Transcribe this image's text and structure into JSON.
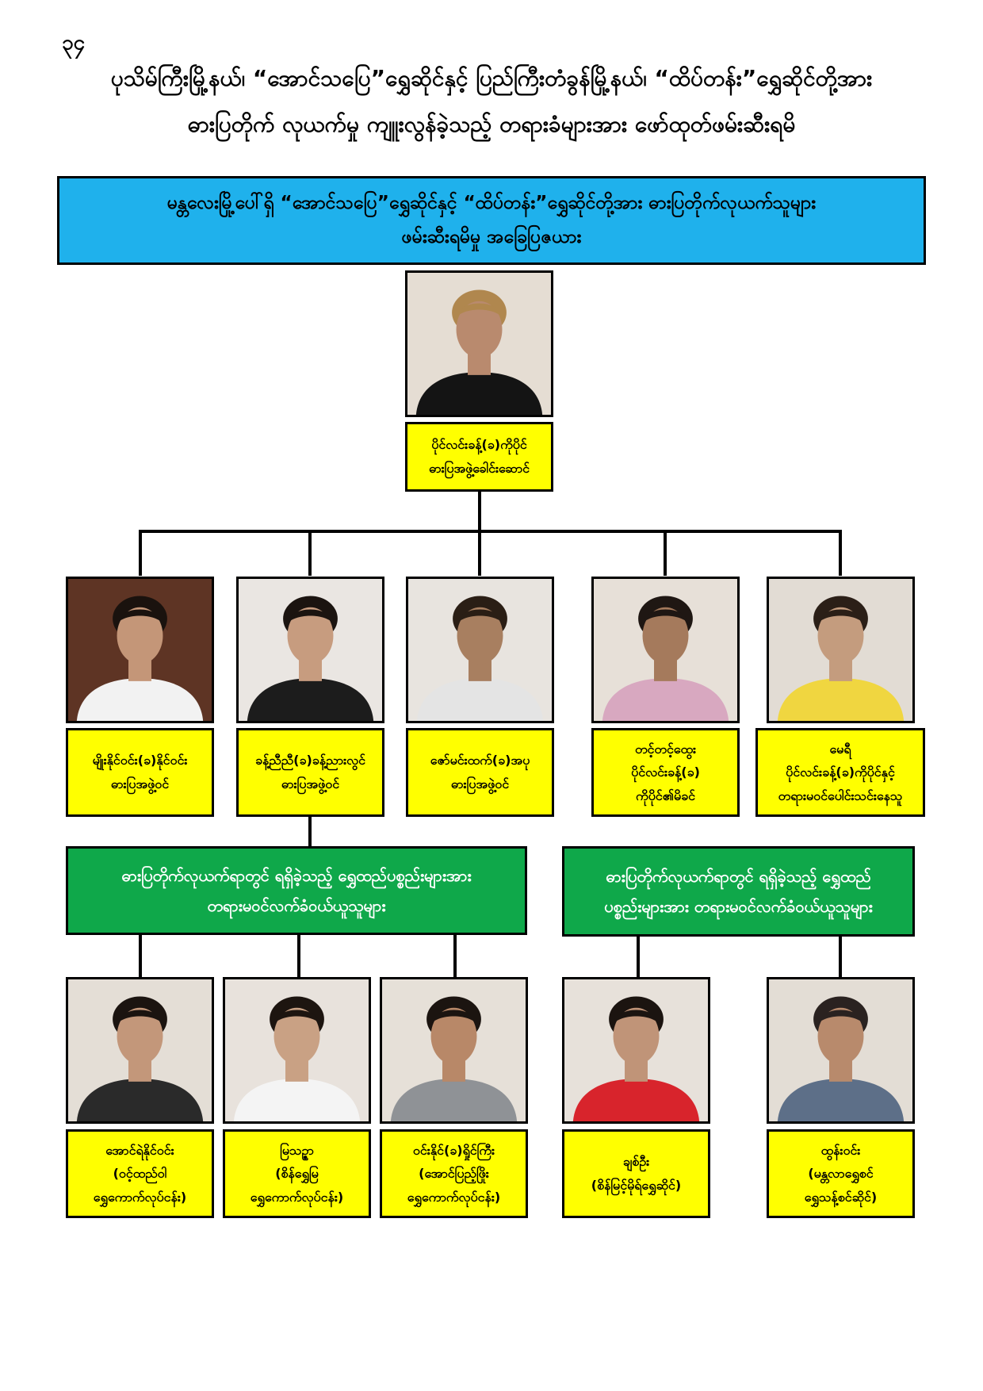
{
  "page": {
    "number": "၃၄",
    "title_line1": "ပုသိမ်ကြီးမြို့နယ်၊ “အောင်သပြေ”ရွှေဆိုင်နှင့် ပြည်ကြီးတံခွန်မြို့နယ်၊ “ထိပ်တန်း”ရွှေဆိုင်တို့အား",
    "title_line2": "ဓားပြတိုက် လုယက်မှု ကျူးလွန်ခဲ့သည့် တရားခံများအား ဖော်ထုတ်ဖမ်းဆီးရမိ"
  },
  "chart": {
    "header": {
      "line1": "မန္တလေးမြို့ပေါ်ရှိ “အောင်သပြေ”ရွှေဆိုင်နှင့် “ထိပ်တန်း”ရွှေဆိုင်တို့အား ဓားပြတိုက်လုယက်သူများ",
      "line2": "ဖမ်းဆီးရမိမှု အခြေပြဇယား"
    },
    "leader": {
      "lines": [
        "ပိုင်လင်းခန့်(ခ)ကိုပိုင်",
        "ဓားပြအဖွဲ့ခေါင်းဆောင်"
      ],
      "colors": {
        "bg": "#e5ddd3",
        "skin": "#b98a6e",
        "hair": "#b0874e",
        "shirt": "#141414"
      }
    },
    "members": [
      {
        "lines": [
          "မျိုးနိုင်ဝင်း(ခ)နိုင်ဝင်း",
          "ဓားပြအဖွဲ့ဝင်"
        ],
        "colors": {
          "bg": "#5e3424",
          "skin": "#c49678",
          "hair": "#1a120e",
          "shirt": "#f2f2f2"
        }
      },
      {
        "lines": [
          "ခန့်ညီညီ(ခ)ခန့်ညားလွင်",
          "ဓားပြအဖွဲ့ဝင်"
        ],
        "colors": {
          "bg": "#eae6e2",
          "skin": "#c79c7f",
          "hair": "#1b1410",
          "shirt": "#1c1c1c"
        }
      },
      {
        "lines": [
          "ဇော်မင်းထက်(ခ)အပု",
          "ဓားပြအဖွဲ့ဝင်"
        ],
        "colors": {
          "bg": "#e8e4df",
          "skin": "#a87f60",
          "hair": "#2a1e15",
          "shirt": "#e4e4e4"
        }
      },
      {
        "lines": [
          "တင့်တင့်ထွေး",
          "ပိုင်လင်းခန့်(ခ)",
          "ကိုပိုင်၏မိခင်"
        ],
        "colors": {
          "bg": "#e7e0d8",
          "skin": "#a57a5c",
          "hair": "#1f1713",
          "shirt": "#d8a8c0"
        }
      },
      {
        "lines": [
          "မေရီ",
          "ပိုင်လင်းခန့်(ခ)ကိုပိုင်နှင့်",
          "တရားမဝင်ပေါင်းသင်းနေသူ"
        ],
        "colors": {
          "bg": "#e2dcd4",
          "skin": "#c49c7e",
          "hair": "#2b1f17",
          "shirt": "#f0d640"
        }
      }
    ],
    "receivers_left": {
      "title_lines": [
        "ဓားပြတိုက်လုယက်ရာတွင် ရရှိခဲ့သည့် ရွှေထည်ပစ္စည်းများအား",
        "တရားမဝင်လက်ခံဝယ်ယူသူများ"
      ],
      "people": [
        {
          "lines": [
            "အောင်ရဲနိုင်ဝင်း",
            "(ဝင့်ထည်ဝါ",
            "ရွှေကောက်လုပ်ငန်း)"
          ],
          "colors": {
            "bg": "#e4ded6",
            "skin": "#c3977a",
            "hair": "#1b1410",
            "shirt": "#2a2a2a"
          }
        },
        {
          "lines": [
            "မြသဉ္ဇာ",
            "(စိန်ရွှေမြ",
            "ရွှေကောက်လုပ်ငန်း)"
          ],
          "colors": {
            "bg": "#e8e2dc",
            "skin": "#c9a184",
            "hair": "#1d1510",
            "shirt": "#f4f4f4"
          }
        },
        {
          "lines": [
            "ဝင်းနိုင်(ခ)ရှိုင်ကြီး",
            "(အောင်ပြည့်ဖြိုး",
            "ရွှေကောက်လုပ်ငန်း)"
          ],
          "colors": {
            "bg": "#e6e0d8",
            "skin": "#b88868",
            "hair": "#1b1410",
            "shirt": "#8f9296"
          }
        }
      ]
    },
    "receivers_right": {
      "title_lines": [
        "ဓားပြတိုက်လုယက်ရာတွင် ရရှိခဲ့သည့် ရွှေထည်",
        "ပစ္စည်းများအား တရားမဝင်လက်ခံဝယ်ယူသူများ"
      ],
      "people": [
        {
          "lines": [
            "ချစ်ဦး",
            "(စိန်မြင့်မိုရ်ရွှေဆိုင်)"
          ],
          "colors": {
            "bg": "#e7e1da",
            "skin": "#c09478",
            "hair": "#1b1410",
            "shirt": "#d8242c"
          }
        },
        {
          "lines": [
            "ထွန်းဝင်း",
            "(မန္တလာရွှေစင်",
            "ရွှေသန့်စင်ဆိုင်)"
          ],
          "colors": {
            "bg": "#e3ddd5",
            "skin": "#b88a6c",
            "hair": "#2a2220",
            "shirt": "#5d6f88"
          }
        }
      ]
    }
  }
}
